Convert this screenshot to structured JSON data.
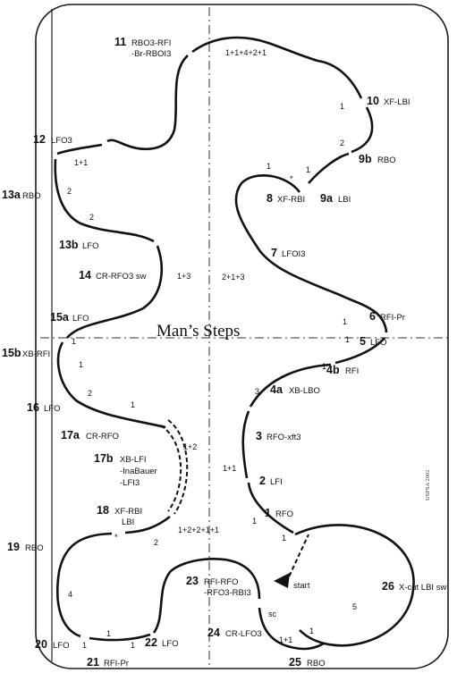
{
  "title": "Man’s Steps",
  "copyright": "USFSA 2002",
  "start_label": "start",
  "steps": [
    {
      "id": "s1",
      "num": "1",
      "label": "RFO"
    },
    {
      "id": "s2",
      "num": "2",
      "label": "LFI"
    },
    {
      "id": "s3",
      "num": "3",
      "label": "RFO-xft3"
    },
    {
      "id": "s4a",
      "num": "4a",
      "label": "XB-LBO"
    },
    {
      "id": "s4b",
      "num": "4b",
      "label": "RFI"
    },
    {
      "id": "s5",
      "num": "5",
      "label": "LFO"
    },
    {
      "id": "s6",
      "num": "6",
      "label": "RFI-Pr"
    },
    {
      "id": "s7",
      "num": "7",
      "label": "LFOI3"
    },
    {
      "id": "s8",
      "num": "8",
      "label": "XF-RBI"
    },
    {
      "id": "s9a",
      "num": "9a",
      "label": "LBI"
    },
    {
      "id": "s9b",
      "num": "9b",
      "label": "RBO"
    },
    {
      "id": "s10",
      "num": "10",
      "label": "XF-LBI"
    },
    {
      "id": "s11",
      "num": "11",
      "label": "RBO3-RFI"
    },
    {
      "id": "s11b",
      "num": "",
      "label": "-Br-RBOI3"
    },
    {
      "id": "s12",
      "num": "12",
      "label": "LFO3"
    },
    {
      "id": "s13a",
      "num": "13a",
      "label": "RBO"
    },
    {
      "id": "s13b",
      "num": "13b",
      "label": "LFO"
    },
    {
      "id": "s14",
      "num": "14",
      "label": "CR-RFO3 sw"
    },
    {
      "id": "s15a",
      "num": "15a",
      "label": "LFO"
    },
    {
      "id": "s15b",
      "num": "15b",
      "label": "XB-RFI"
    },
    {
      "id": "s16",
      "num": "16",
      "label": "LFO"
    },
    {
      "id": "s17a",
      "num": "17a",
      "label": "CR-RFO"
    },
    {
      "id": "s17b",
      "num": "17b",
      "label": "XB-LFI"
    },
    {
      "id": "s17b2",
      "num": "",
      "label": "-InaBauer"
    },
    {
      "id": "s17b3",
      "num": "",
      "label": "-LFI3"
    },
    {
      "id": "s18",
      "num": "18",
      "label": "XF-RBI"
    },
    {
      "id": "s18b",
      "num": "",
      "label": "LBI"
    },
    {
      "id": "s19",
      "num": "19",
      "label": "RBO"
    },
    {
      "id": "s20",
      "num": "20",
      "label": "LFO"
    },
    {
      "id": "s21",
      "num": "21",
      "label": "RFI-Pr"
    },
    {
      "id": "s22",
      "num": "22",
      "label": "LFO"
    },
    {
      "id": "s23",
      "num": "23",
      "label": "RFI-RFO"
    },
    {
      "id": "s23b",
      "num": "",
      "label": "-RFO3-RBI3"
    },
    {
      "id": "s24",
      "num": "24",
      "label": "CR-LFO3"
    },
    {
      "id": "s25",
      "num": "25",
      "label": "RBO"
    },
    {
      "id": "s26",
      "num": "26",
      "label": "X-cut LBI sw"
    }
  ],
  "counts": [
    {
      "id": "c1",
      "text": "1+1+4+2+1"
    },
    {
      "id": "c2",
      "text": "1"
    },
    {
      "id": "c3",
      "text": "2"
    },
    {
      "id": "c4",
      "text": "1"
    },
    {
      "id": "c5",
      "text": "1"
    },
    {
      "id": "c6",
      "text": "1+1"
    },
    {
      "id": "c7",
      "text": "2"
    },
    {
      "id": "c8",
      "text": "2"
    },
    {
      "id": "c9",
      "text": "1+3"
    },
    {
      "id": "c10",
      "text": "2+1+3"
    },
    {
      "id": "c11",
      "text": "1"
    },
    {
      "id": "c12",
      "text": "1"
    },
    {
      "id": "c13",
      "text": "1"
    },
    {
      "id": "c14",
      "text": "1"
    },
    {
      "id": "c15",
      "text": "2"
    },
    {
      "id": "c16",
      "text": "1"
    },
    {
      "id": "c17",
      "text": "3"
    },
    {
      "id": "c18",
      "text": "1+2"
    },
    {
      "id": "c19",
      "text": "1+1"
    },
    {
      "id": "c20",
      "text": "1"
    },
    {
      "id": "c21",
      "text": "1+2+2+1+1"
    },
    {
      "id": "c22",
      "text": "2"
    },
    {
      "id": "c23",
      "text": "1"
    },
    {
      "id": "c24",
      "text": "4"
    },
    {
      "id": "c25",
      "text": "1"
    },
    {
      "id": "c26",
      "text": "1"
    },
    {
      "id": "c27",
      "text": "1"
    },
    {
      "id": "c28",
      "text": "sc"
    },
    {
      "id": "c29",
      "text": "1+1"
    },
    {
      "id": "c30",
      "text": "1"
    },
    {
      "id": "c31",
      "text": "5"
    },
    {
      "id": "c32",
      "text": "1"
    }
  ]
}
